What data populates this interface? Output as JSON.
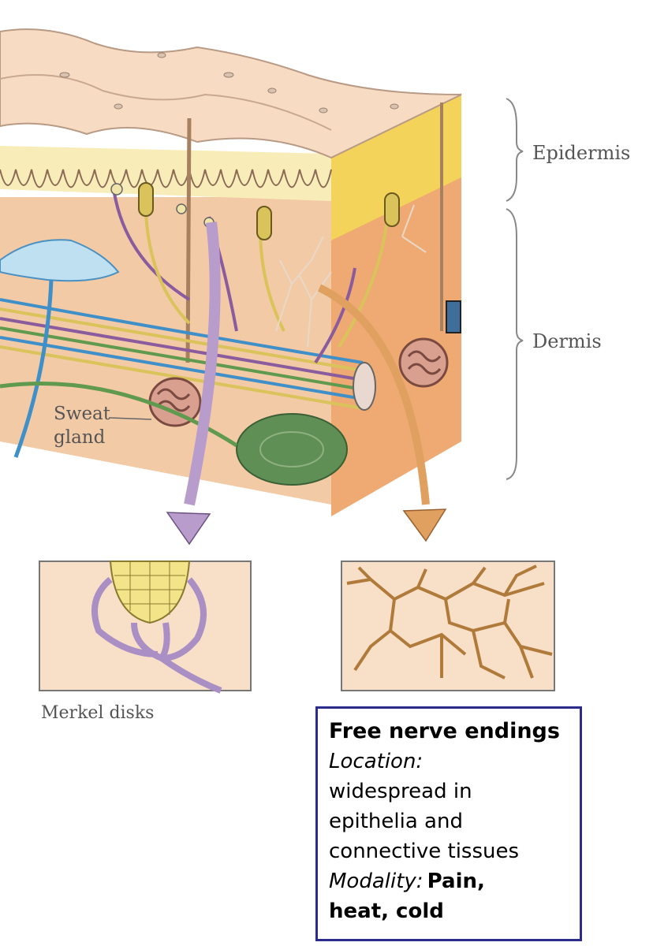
{
  "labels": {
    "epidermis": "Epidermis",
    "dermis": "Dermis",
    "sweat_gland_line1": "Sweat",
    "sweat_gland_line2": "gland",
    "merkel": "Merkel disks"
  },
  "info_box": {
    "title": "Free nerve endings",
    "location_label": "Location:",
    "location_lines": [
      "widespread in",
      "epithelia and",
      "connective tissues"
    ],
    "modality_label": "Modality:",
    "modality_value_1": "Pain,",
    "modality_value_2": "heat, cold"
  },
  "colors": {
    "skin": "#f6d9c0",
    "dermis": "#f0bd92",
    "epidermis_yellow": "#f5e6a8",
    "nerve_purple": "#8a5c9e",
    "nerve_blue": "#3f8fc9",
    "nerve_yellow": "#d9c35a",
    "nerve_green": "#5f9a4f",
    "arrow_purple": "#b79ccc",
    "arrow_orange": "#e0a060",
    "free_nerve_brown": "#b07a3a",
    "box_border": "#2b2b8c"
  }
}
